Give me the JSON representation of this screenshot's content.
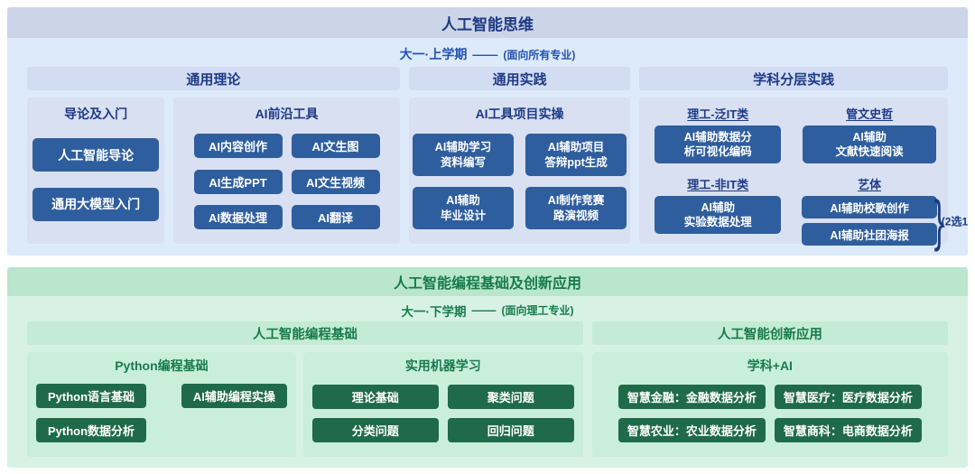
{
  "colors": {
    "top_accent_button": "#2f5e9e",
    "top_titlebar_bg": "#ccd4e8",
    "top_body_bg": "#ddeafa",
    "top_text": "#1d3a85",
    "bottom_accent_button": "#1f6b49",
    "bottom_titlebar_bg": "#b9e6cc",
    "bottom_body_bg": "#d7f2e4",
    "bottom_text": "#177b4b"
  },
  "top": {
    "title": "人工智能思维",
    "semester": "大一·上学期",
    "dash": "——",
    "audience": "(面向所有专业)",
    "col_theory": {
      "header": "通用理论",
      "panel_intro": {
        "label": "导论及入门",
        "buttons": [
          "人工智能导论",
          "通用大模型入门"
        ]
      },
      "panel_tools": {
        "label": "AI前沿工具",
        "buttons": [
          "AI内容创作",
          "AI文生图",
          "AI生成PPT",
          "AI文生视频",
          "AI数据处理",
          "AI翻译"
        ]
      }
    },
    "col_practice": {
      "header": "通用实践",
      "panel": {
        "label": "AI工具项目实操",
        "buttons": [
          {
            "line1": "AI辅助学习",
            "line2": "资料编写"
          },
          {
            "line1": "AI辅助项目",
            "line2": "答辩ppt生成"
          },
          {
            "line1": "AI辅助",
            "line2": "毕业设计"
          },
          {
            "line1": "AI制作竞赛",
            "line2": "路演视频"
          }
        ]
      }
    },
    "col_layered": {
      "header": "学科分层实践",
      "groups": [
        {
          "label": "理工-泛IT类",
          "button": {
            "line1": "AI辅助数据分",
            "line2": "析可视化编码"
          }
        },
        {
          "label": "管文史哲",
          "button": {
            "line1": "AI辅助",
            "line2": "文献快速阅读"
          }
        },
        {
          "label": "理工-非IT类",
          "button": {
            "line1": "AI辅助",
            "line2": "实验数据处理"
          }
        },
        {
          "label": "艺体",
          "buttons": [
            "AI辅助校歌创作",
            "AI辅助社团海报"
          ],
          "brace": "}",
          "choice_note": "(2选1)"
        }
      ]
    }
  },
  "bottom": {
    "title": "人工智能编程基础及创新应用",
    "semester": "大一·下学期",
    "dash": "——",
    "audience": "(面向理工专业)",
    "col_basics": {
      "header": "人工智能编程基础",
      "panel_python": {
        "label": "Python编程基础",
        "row1": [
          "Python语言基础",
          "AI辅助编程实操"
        ],
        "row2": [
          "Python数据分析"
        ]
      },
      "panel_ml": {
        "label": "实用机器学习",
        "row1": [
          "理论基础",
          "聚类问题"
        ],
        "row2": [
          "分类问题",
          "回归问题"
        ]
      }
    },
    "col_innovation": {
      "header": "人工智能创新应用",
      "panel": {
        "label": "学科+AI",
        "row1": [
          "智慧金融：金融数据分析",
          "智慧医疗：医疗数据分析"
        ],
        "row2": [
          "智慧农业：农业数据分析",
          "智慧商科：电商数据分析"
        ]
      }
    }
  }
}
